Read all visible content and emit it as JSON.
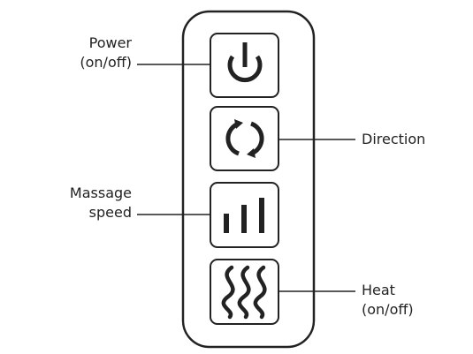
{
  "remote": {
    "buttons": [
      {
        "id": "power",
        "icon": "power-icon",
        "label_lines": [
          "Power",
          "(on/off)"
        ]
      },
      {
        "id": "direction",
        "icon": "direction-icon",
        "label_lines": [
          "Direction"
        ]
      },
      {
        "id": "speed",
        "icon": "speed-bars-icon",
        "label_lines": [
          "Massage",
          "speed"
        ]
      },
      {
        "id": "heat",
        "icon": "heat-waves-icon",
        "label_lines": [
          "Heat",
          "(on/off)"
        ]
      }
    ]
  },
  "colors": {
    "outline": "#222222",
    "background": "#ffffff"
  }
}
